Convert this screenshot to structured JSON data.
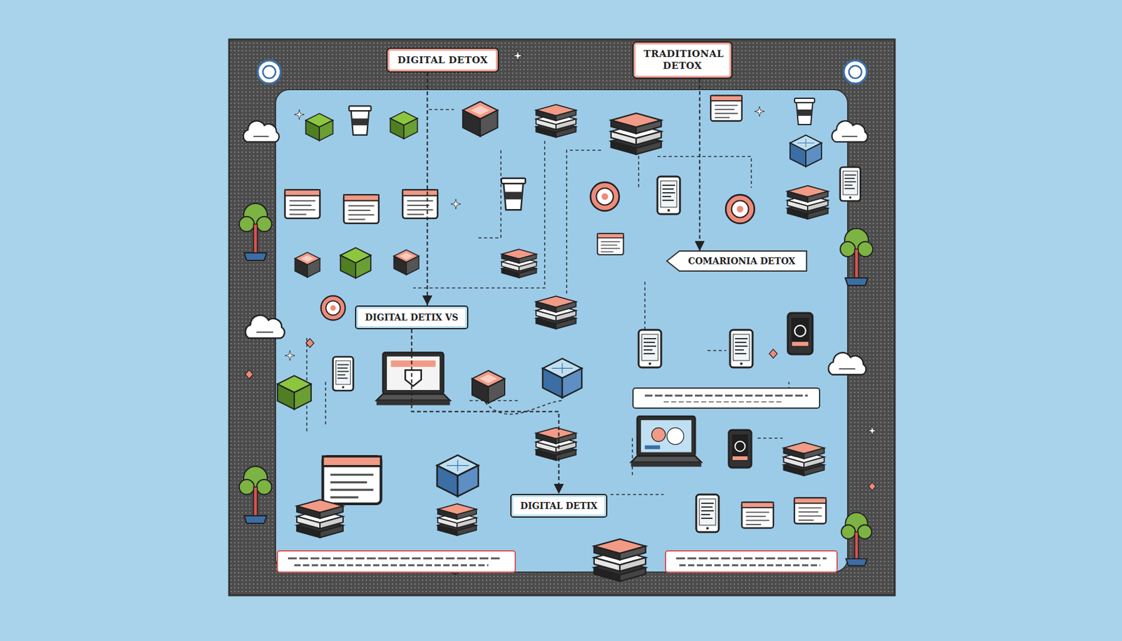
{
  "diagram": {
    "nodes": [
      {
        "text": [
          "DIGITAL DETOX"
        ]
      },
      {
        "text": [
          "TRADITIONAL DETOX"
        ]
      },
      {
        "text": [
          "COMARIONIA DETOX"
        ]
      },
      {
        "text": [
          "DIGITAL DETIX VS"
        ]
      },
      {
        "text": [
          "DIGITAL DETIX"
        ]
      }
    ],
    "edges": [
      {
        "from": 0,
        "to": 3,
        "arrow": "to"
      },
      {
        "from": 1,
        "to": 2,
        "arrow": "to"
      },
      {
        "from": 3,
        "to": 4,
        "arrow": "to"
      }
    ]
  }
}
